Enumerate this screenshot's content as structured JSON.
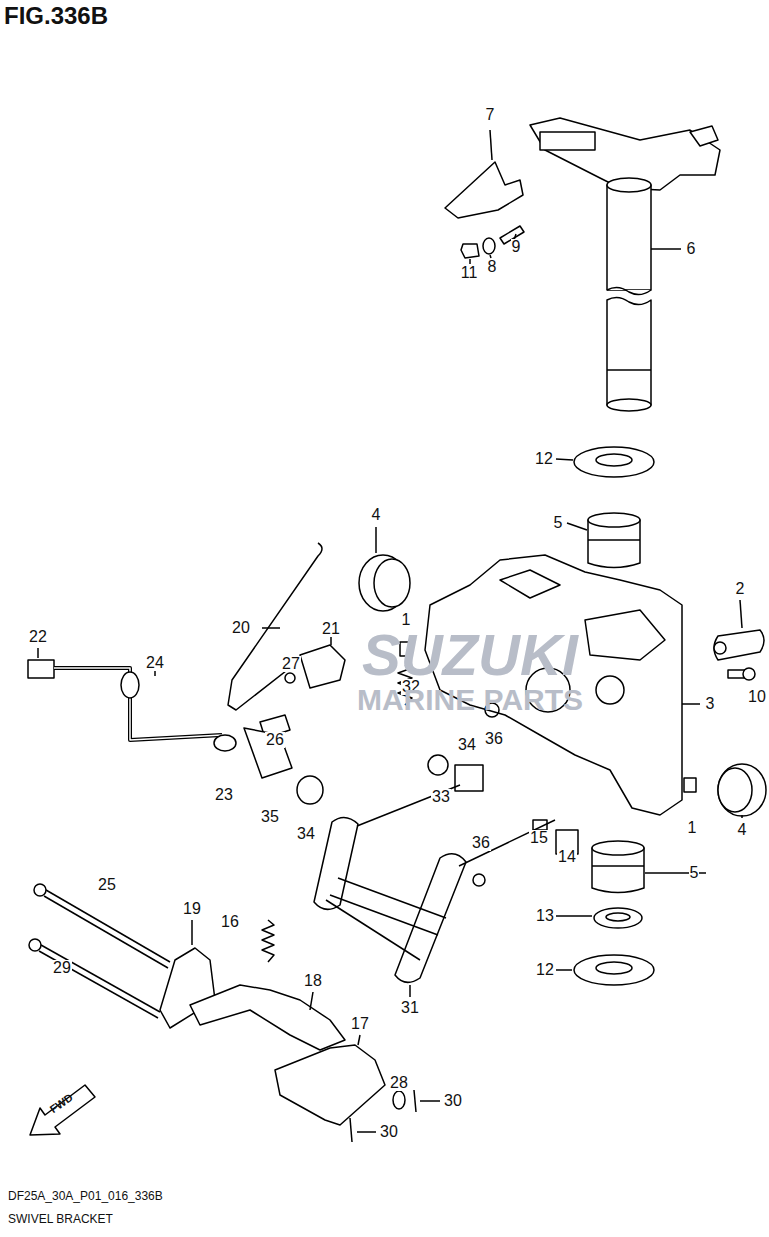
{
  "diagram": {
    "title": "FIG.336B",
    "caption": "SWIVEL BRACKET",
    "labels": [
      "7",
      "11",
      "8",
      "9",
      "6",
      "12",
      "5",
      "4",
      "2",
      "22",
      "20",
      "21",
      "1",
      "24",
      "27",
      "32",
      "3",
      "10",
      "26",
      "36",
      "34",
      "23",
      "35",
      "33",
      "34",
      "1",
      "4",
      "15",
      "14",
      "36",
      "5",
      "25",
      "19",
      "16",
      "13",
      "12",
      "18",
      "31",
      "17",
      "29",
      "28",
      "30",
      "30",
      "FWD",
      "DF25A_30A_P01_016_336B",
      "SUZUKI",
      "MARINE PARTS"
    ]
  }
}
